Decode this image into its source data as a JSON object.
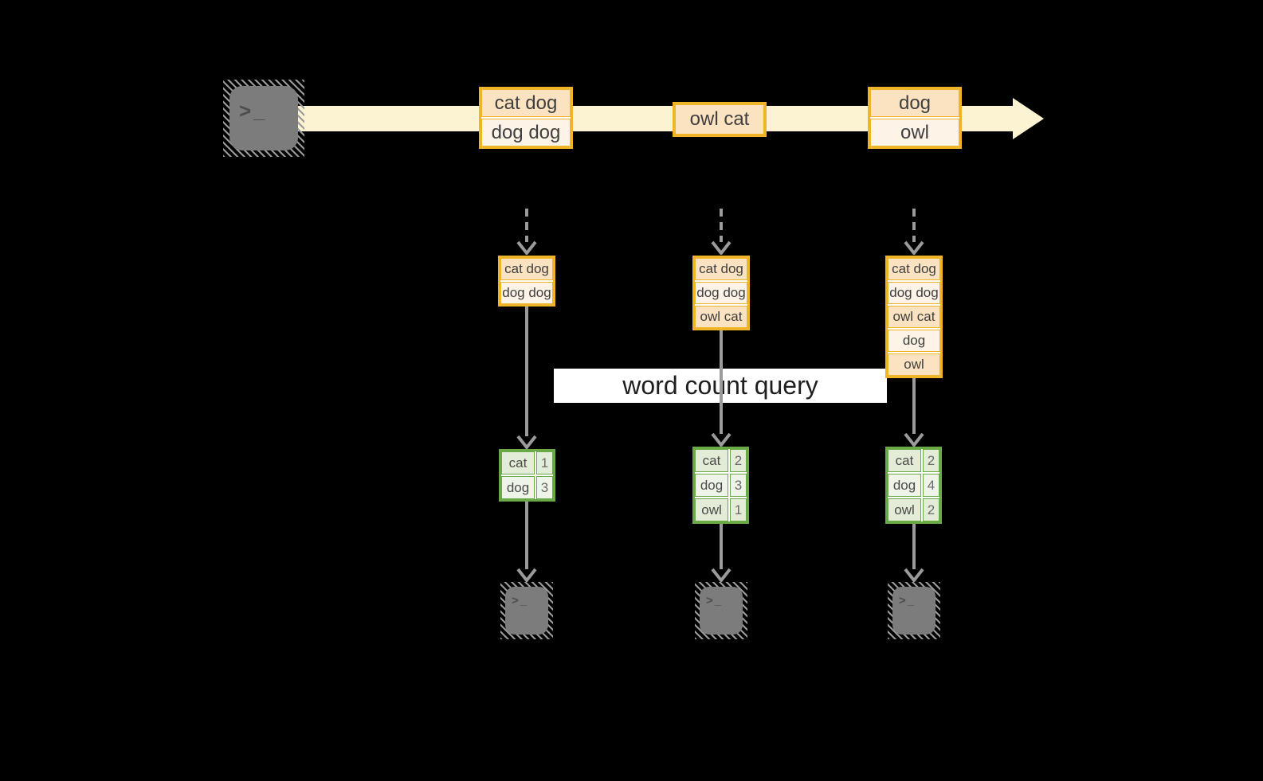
{
  "banner": {
    "label": "word count query"
  },
  "source_terminal": {
    "prompt_glyph": ">_"
  },
  "stream_events": [
    {
      "rows": [
        "cat dog",
        "dog dog"
      ]
    },
    {
      "rows": [
        "owl cat"
      ]
    },
    {
      "rows": [
        "dog",
        "owl"
      ]
    }
  ],
  "accumulated_windows": [
    {
      "rows": [
        "cat dog",
        "dog dog"
      ]
    },
    {
      "rows": [
        "cat dog",
        "dog dog",
        "owl cat"
      ]
    },
    {
      "rows": [
        "cat dog",
        "dog dog",
        "owl cat",
        "dog",
        "owl"
      ]
    }
  ],
  "count_tables": [
    {
      "rows": [
        {
          "word": "cat",
          "count": "1"
        },
        {
          "word": "dog",
          "count": "3"
        }
      ]
    },
    {
      "rows": [
        {
          "word": "cat",
          "count": "2"
        },
        {
          "word": "dog",
          "count": "3"
        },
        {
          "word": "owl",
          "count": "1"
        }
      ]
    },
    {
      "rows": [
        {
          "word": "cat",
          "count": "2"
        },
        {
          "word": "dog",
          "count": "4"
        },
        {
          "word": "owl",
          "count": "2"
        }
      ]
    }
  ],
  "output_terminals": [
    {
      "prompt_glyph": ">_"
    },
    {
      "prompt_glyph": ">_"
    },
    {
      "prompt_glyph": ">_"
    }
  ],
  "colors": {
    "background": "#000000",
    "stream_band": "#fcf3d2",
    "event_border": "#f0b429",
    "event_fill_dark": "#fbe2c1",
    "event_fill_light": "#fdf3e6",
    "table_border": "#6aaa46",
    "table_fill_dark": "#e3ecd6",
    "table_fill_light": "#eef4e8",
    "arrow_gray": "#9b9b9b",
    "terminal_gray": "#7c7c7c",
    "banner_bg": "#ffffff"
  }
}
